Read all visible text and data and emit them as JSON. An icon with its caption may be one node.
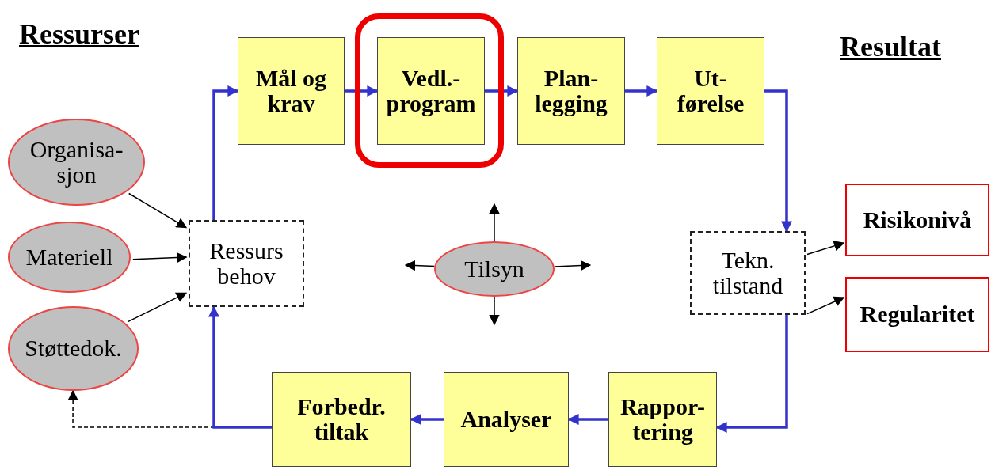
{
  "diagram": {
    "nodes": [
      {
        "text": [
          "Mål og krav"
        ]
      },
      {
        "text": [],
        "shape": "box"
      },
      {
        "text": [
          "Vedl.- program"
        ],
        "in": 1
      },
      {
        "text": [
          "Plan- legging"
        ]
      },
      {
        "text": [
          "Ut- førelse"
        ]
      },
      {
        "text": [
          "Tekn. tilstand"
        ]
      },
      {
        "text": [
          "Risikonivå"
        ]
      },
      {
        "text": [
          "Regularitet"
        ]
      },
      {
        "text": [
          "Rappor- tering"
        ]
      },
      {
        "text": [
          "Analyser"
        ]
      },
      {
        "text": [
          "Forbedr. tiltak"
        ]
      },
      {
        "text": [
          "Ressurs behov"
        ]
      },
      {
        "text": [
          "Organisa- sjon"
        ]
      },
      {
        "text": [
          "Materiell"
        ]
      },
      {
        "text": [
          "Støttedok."
        ]
      },
      {
        "text": [
          "Tilsyn"
        ]
      }
    ],
    "edges": [
      {
        "from": 11,
        "to": 0,
        "arrow": "to",
        "style": "thick",
        "color": "#3333cc"
      },
      {
        "from": 0,
        "to": 2,
        "arrow": "to",
        "style": "thick",
        "color": "#3333cc"
      },
      {
        "from": 2,
        "to": 3,
        "arrow": "to",
        "style": "thick",
        "color": "#3333cc"
      },
      {
        "from": 3,
        "to": 4,
        "arrow": "to",
        "style": "thick",
        "color": "#3333cc"
      },
      {
        "from": 4,
        "to": 5,
        "arrow": "to",
        "style": "thick",
        "color": "#3333cc"
      },
      {
        "from": 5,
        "to": 8,
        "arrow": "to",
        "style": "thick",
        "color": "#3333cc"
      },
      {
        "from": 8,
        "to": 9,
        "arrow": "to",
        "style": "thick",
        "color": "#3333cc"
      },
      {
        "from": 9,
        "to": 10,
        "arrow": "to",
        "style": "thick",
        "color": "#3333cc"
      },
      {
        "from": 10,
        "to": 11,
        "arrow": "to",
        "style": "thick",
        "color": "#3333cc"
      },
      {
        "from": 10,
        "to": 14,
        "arrow": "to",
        "style": "dashed"
      },
      {
        "from": 12,
        "to": 11,
        "arrow": "to"
      },
      {
        "from": 13,
        "to": 11,
        "arrow": "to"
      },
      {
        "from": 14,
        "to": 11,
        "arrow": "to"
      },
      {
        "from": 5,
        "to": 6,
        "arrow": "to"
      },
      {
        "from": 5,
        "to": 7,
        "arrow": "to"
      },
      {
        "from": 15,
        "to": null,
        "arrow": "to"
      },
      {
        "from": 15,
        "to": null,
        "arrow": "to"
      },
      {
        "from": 15,
        "to": null,
        "arrow": "to"
      },
      {
        "from": 15,
        "to": null,
        "arrow": "to"
      }
    ],
    "labels": [
      "Ressurser",
      "Resultat"
    ]
  }
}
